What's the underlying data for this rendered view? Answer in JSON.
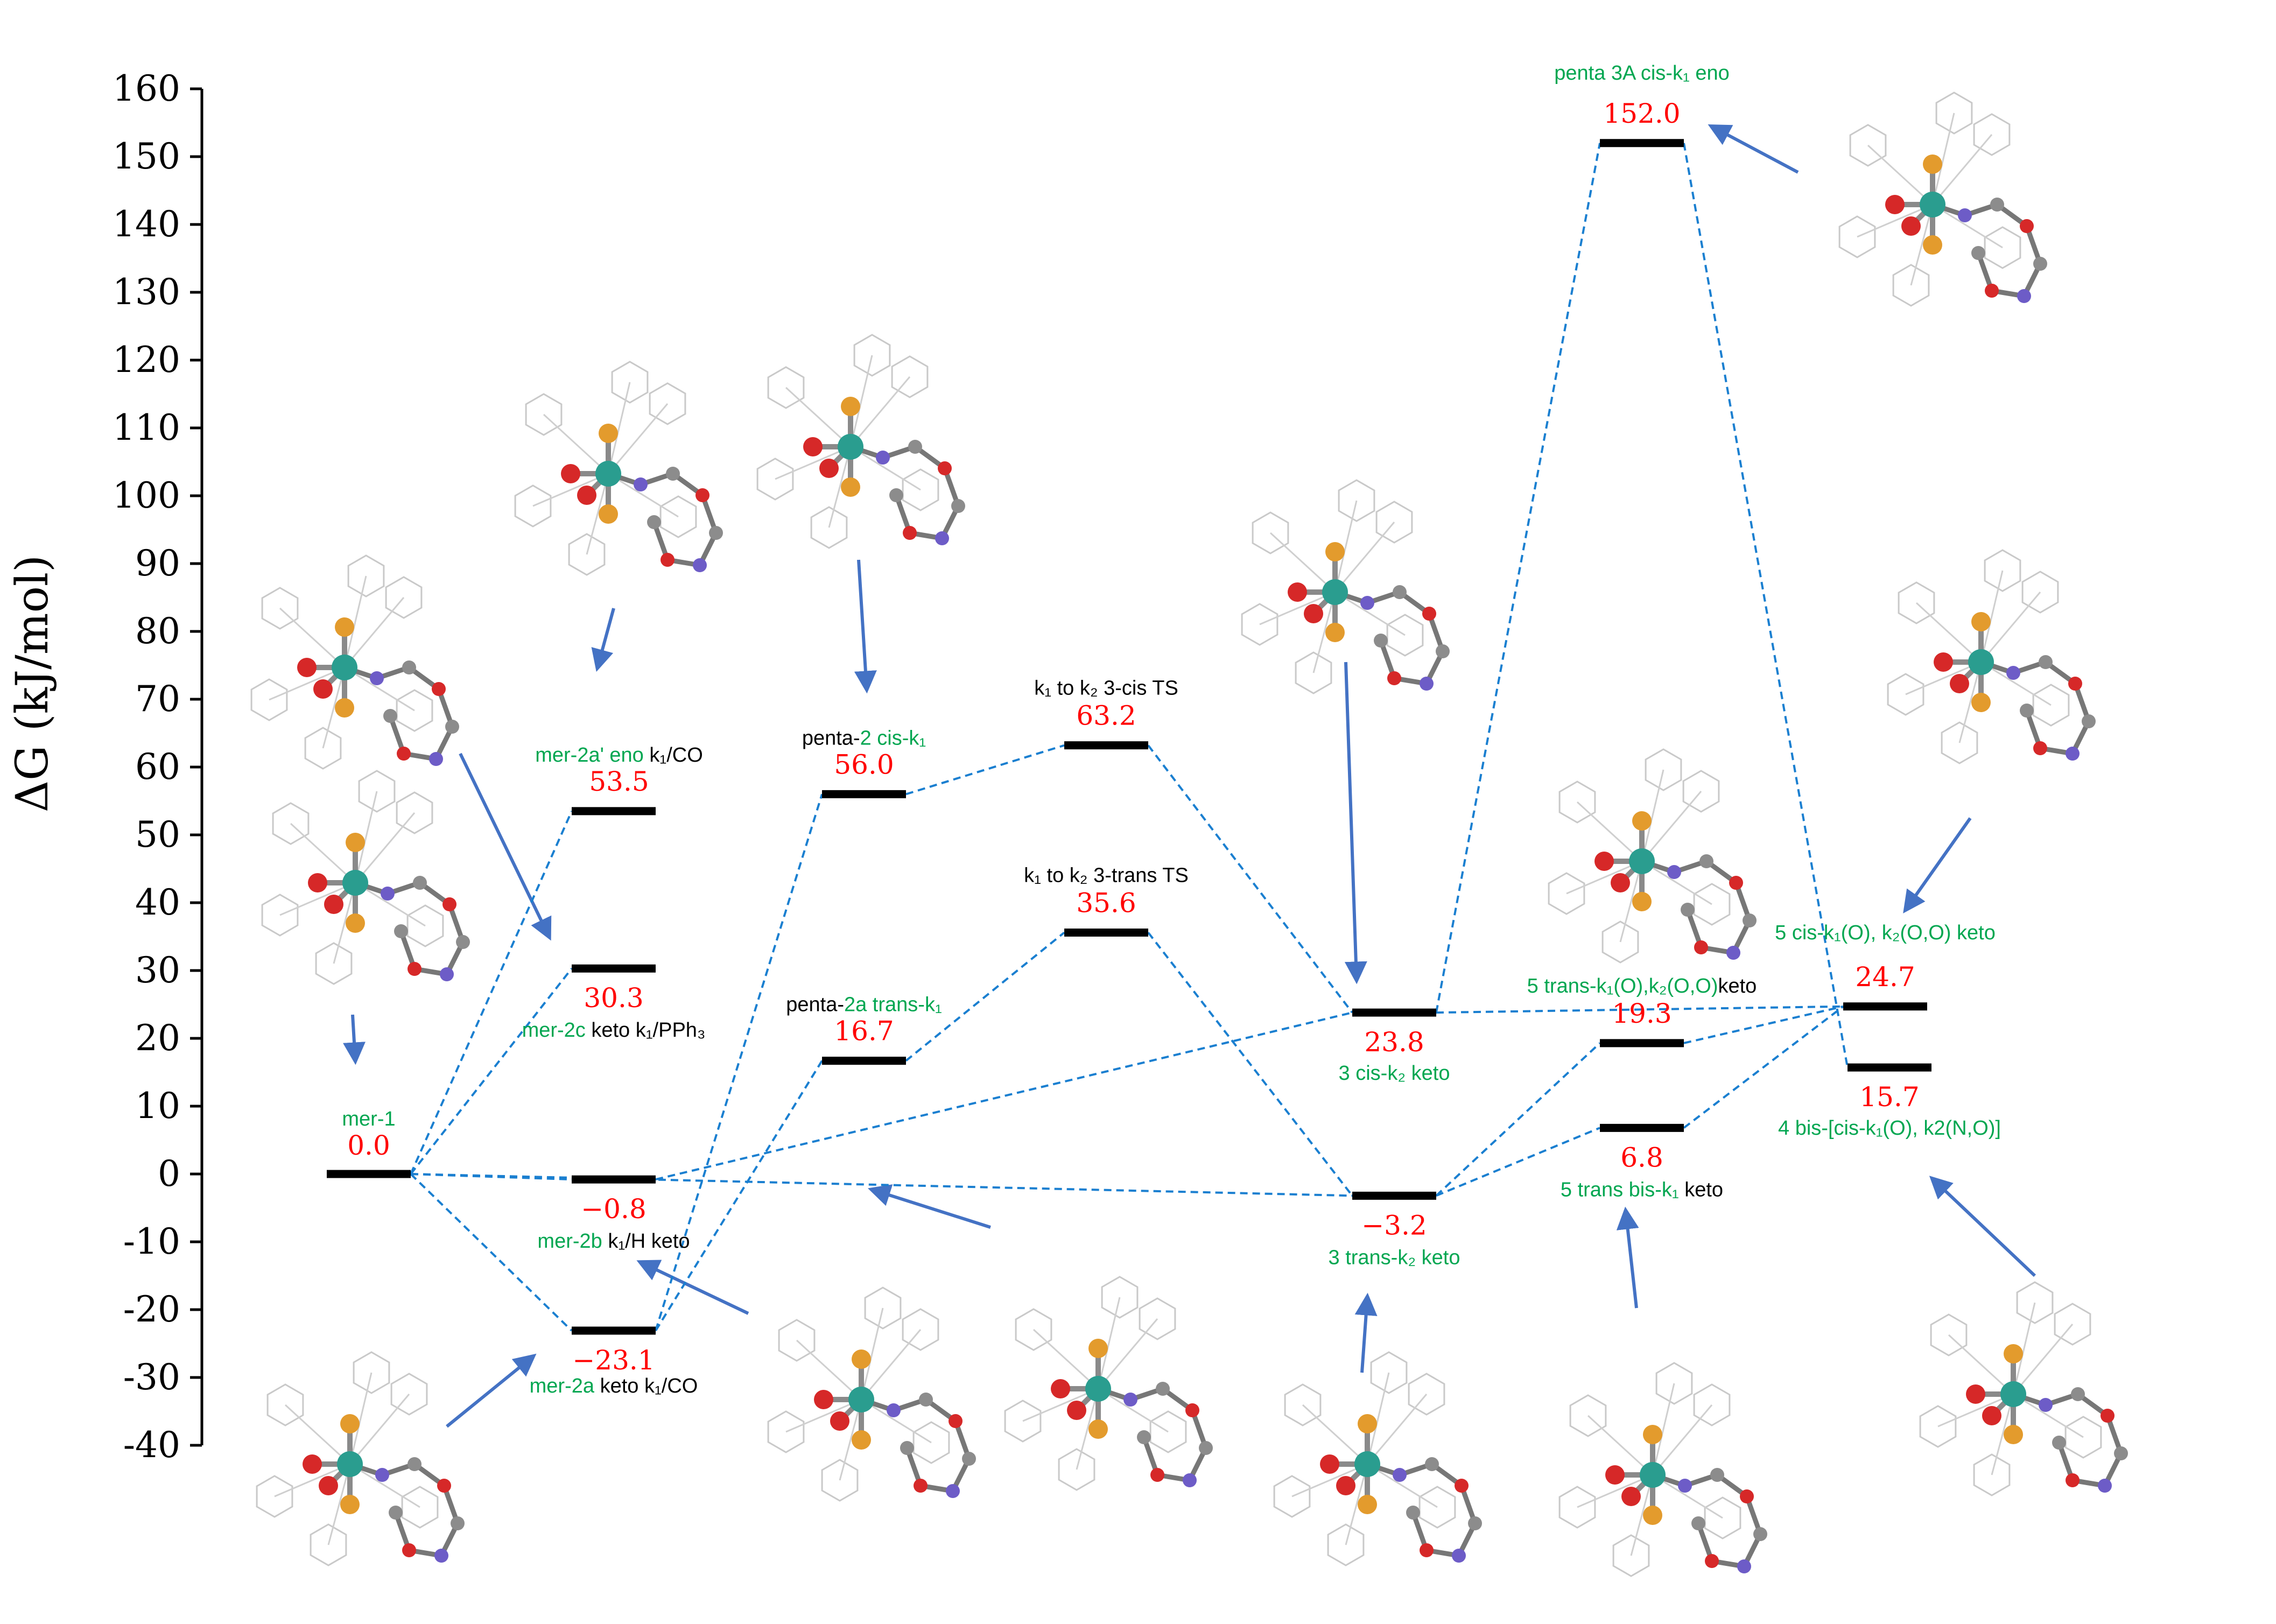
{
  "chart_data": {
    "type": "energy-diagram",
    "ylabel": "ΔG (kJ/mol)",
    "ylim": [
      -40,
      160
    ],
    "yticks": [
      160,
      150,
      140,
      130,
      120,
      110,
      100,
      90,
      80,
      70,
      60,
      50,
      40,
      30,
      20,
      10,
      0,
      -10,
      -20,
      -30,
      -40
    ],
    "ytick_labels": [
      "160",
      "150",
      "140",
      "130",
      "120",
      "110",
      "100",
      "90",
      "80",
      "70",
      "60",
      "50",
      "40",
      "30",
      "20",
      "10",
      "0",
      "-10",
      "-20",
      "-30",
      "-40"
    ],
    "levels": [
      {
        "id": "mer-1",
        "column": 1,
        "value": 0.0,
        "value_label": "0.0",
        "label_parts": [
          {
            "text": "mer-1",
            "color": "green"
          }
        ]
      },
      {
        "id": "mer-2a-eno",
        "column": 2,
        "value": 53.5,
        "value_label": "53.5",
        "label_parts": [
          {
            "text": "mer-2a' eno",
            "color": "green"
          },
          {
            "text": "  k₁/CO",
            "color": "black"
          }
        ]
      },
      {
        "id": "mer-2c",
        "column": 2,
        "value": 30.3,
        "value_label": "30.3",
        "label_parts": [
          {
            "text": "mer-2c",
            "color": "green"
          },
          {
            "text": " keto k₁/PPh₃",
            "color": "black"
          }
        ]
      },
      {
        "id": "mer-2b",
        "column": 2,
        "value": -0.8,
        "value_label": "−0.8",
        "label_parts": [
          {
            "text": "mer-2b",
            "color": "green"
          },
          {
            "text": " k₁/H keto",
            "color": "black"
          }
        ]
      },
      {
        "id": "mer-2a",
        "column": 2,
        "value": -23.1,
        "value_label": "−23.1",
        "label_parts": [
          {
            "text": "mer-2a",
            "color": "green"
          },
          {
            "text": " keto k₁/CO",
            "color": "black"
          }
        ]
      },
      {
        "id": "penta-2-cis",
        "column": 3,
        "value": 56.0,
        "value_label": "56.0",
        "label_parts": [
          {
            "text": "penta-",
            "color": "black"
          },
          {
            "text": "2 cis-k₁",
            "color": "green"
          }
        ]
      },
      {
        "id": "penta-2a-trans",
        "column": 3,
        "value": 16.7,
        "value_label": "16.7",
        "label_parts": [
          {
            "text": "penta-",
            "color": "black"
          },
          {
            "text": "2a trans-k₁",
            "color": "green"
          }
        ]
      },
      {
        "id": "ts-cis",
        "column": 4,
        "value": 63.2,
        "value_label": "63.2",
        "label_parts": [
          {
            "text": "k₁ to k₂ 3-cis TS",
            "color": "black"
          }
        ]
      },
      {
        "id": "ts-trans",
        "column": 4,
        "value": 35.6,
        "value_label": "35.6",
        "label_parts": [
          {
            "text": "k₁ to k₂ 3-trans TS",
            "color": "black"
          }
        ]
      },
      {
        "id": "3-cis-k2",
        "column": 5,
        "value": 23.8,
        "value_label": "23.8",
        "label_parts": [
          {
            "text": "3 cis-k₂ keto",
            "color": "green"
          }
        ]
      },
      {
        "id": "3-trans-k2",
        "column": 5,
        "value": -3.2,
        "value_label": "−3.2",
        "label_parts": [
          {
            "text": "3 trans-k₂ keto",
            "color": "green"
          }
        ]
      },
      {
        "id": "penta-3A",
        "column": 6,
        "value": 152.0,
        "value_label": "152.0",
        "label_parts": [
          {
            "text": "penta 3A cis-k₁ eno",
            "color": "green"
          }
        ]
      },
      {
        "id": "5-trans-k1k2",
        "column": 6,
        "value": 19.3,
        "value_label": "19.3",
        "label_parts": [
          {
            "text": "5 trans-k₁(O),k₂(O,O)",
            "color": "green"
          },
          {
            "text": "keto",
            "color": "black"
          }
        ]
      },
      {
        "id": "5-trans-bis",
        "column": 6,
        "value": 6.8,
        "value_label": "6.8",
        "label_parts": [
          {
            "text": "5 trans bis-k₁",
            "color": "green"
          },
          {
            "text": " keto",
            "color": "black"
          }
        ]
      },
      {
        "id": "5-cis-k1k2",
        "column": 7,
        "value": 24.7,
        "value_label": "24.7",
        "label_parts": [
          {
            "text": "5 cis-k₁(O), k₂(O,O) keto",
            "color": "green"
          }
        ]
      },
      {
        "id": "4-bis",
        "column": 7,
        "value": 15.7,
        "value_label": "15.7",
        "label_parts": [
          {
            "text": "4 bis-[cis-k₁(O), k2(N,O)]",
            "color": "green"
          }
        ]
      }
    ],
    "connections": [
      [
        "mer-1",
        "mer-2a-eno"
      ],
      [
        "mer-1",
        "mer-2c"
      ],
      [
        "mer-1",
        "mer-2b"
      ],
      [
        "mer-1",
        "mer-2a"
      ],
      [
        "mer-1",
        "3-trans-k2"
      ],
      [
        "mer-2b",
        "3-cis-k2"
      ],
      [
        "mer-2a",
        "penta-2-cis"
      ],
      [
        "mer-2a",
        "penta-2a-trans"
      ],
      [
        "penta-2-cis",
        "ts-cis"
      ],
      [
        "penta-2a-trans",
        "ts-trans"
      ],
      [
        "ts-cis",
        "3-cis-k2"
      ],
      [
        "ts-trans",
        "3-trans-k2"
      ],
      [
        "3-cis-k2",
        "penta-3A"
      ],
      [
        "3-cis-k2",
        "5-cis-k1k2"
      ],
      [
        "penta-3A",
        "4-bis"
      ],
      [
        "3-trans-k2",
        "5-trans-k1k2"
      ],
      [
        "3-trans-k2",
        "5-trans-bis"
      ],
      [
        "5-trans-k1k2",
        "5-cis-k1k2"
      ],
      [
        "5-trans-bis",
        "5-cis-k1k2"
      ]
    ],
    "molecule_insets": [
      {
        "id": "mol-mer-1",
        "target": "mer-1"
      },
      {
        "id": "mol-mer-2a",
        "target": "mer-2a"
      },
      {
        "id": "mol-mer-2b",
        "target": "mer-2b"
      },
      {
        "id": "mol-mer-2c",
        "target": "mer-2c"
      },
      {
        "id": "mol-mer-2a-eno",
        "target": "mer-2a-eno"
      },
      {
        "id": "mol-penta-2-cis",
        "target": "penta-2-cis"
      },
      {
        "id": "mol-penta-2a-trans",
        "target": "penta-2a-trans"
      },
      {
        "id": "mol-3-cis",
        "target": "3-cis-k2"
      },
      {
        "id": "mol-3-trans",
        "target": "3-trans-k2"
      },
      {
        "id": "mol-penta-3A",
        "target": "penta-3A"
      },
      {
        "id": "mol-5-trans-k1k2",
        "target": "5-trans-k1k2"
      },
      {
        "id": "mol-5-trans-bis",
        "target": "5-trans-bis"
      },
      {
        "id": "mol-5-cis-k1k2",
        "target": "5-cis-k1k2"
      },
      {
        "id": "mol-4-bis",
        "target": "4-bis"
      }
    ],
    "colors": {
      "level": "#000000",
      "value": "#ff0000",
      "label_green": "#00a650",
      "connector": "#1a7fd0",
      "arrow": "#4472c4"
    },
    "grid": false
  }
}
